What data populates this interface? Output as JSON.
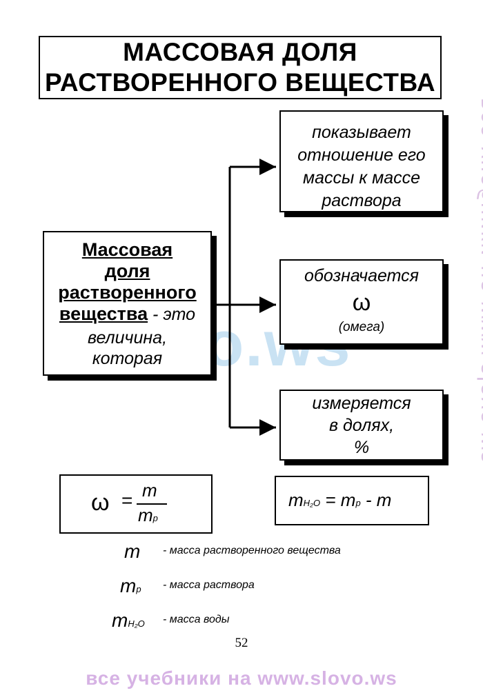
{
  "title": {
    "line1": "МАССОВАЯ ДОЛЯ",
    "line2": "РАСТВОРЕННОГО ВЕЩЕСТВА"
  },
  "definition": {
    "term_line1": "Массовая",
    "term_line2": "доля",
    "term_line3": "растворенного",
    "term_line4": "вещества",
    "rest_inline": " - это",
    "rest_line2": "величина,",
    "rest_line3": "которая"
  },
  "properties": [
    {
      "lines": [
        "показывает",
        "отношение его",
        "массы к массе",
        "раствора"
      ]
    },
    {
      "line1": "обозначается",
      "symbol": "ω",
      "symbol_name": "(омега)"
    },
    {
      "lines": [
        "измеряется",
        "в долях,",
        "%"
      ]
    }
  ],
  "formula1": {
    "lhs": "ω",
    "equals": "=",
    "numerator": "m",
    "denominator": "m",
    "denominator_sub": "р"
  },
  "formula2": {
    "m1": "m",
    "m1_sub": "H₂O",
    "rest": " = m",
    "rest_sub": "р",
    "tail": " - m"
  },
  "legend": [
    {
      "symbol": "m",
      "symbol_sub": "",
      "description": "- масса растворенного вещества"
    },
    {
      "symbol": "m",
      "symbol_sub": "р",
      "description": "- масса раствора"
    },
    {
      "symbol": "m",
      "symbol_sub": "H₂O",
      "description": "- масса воды"
    }
  ],
  "page_number": "52",
  "watermarks": {
    "center": "slovo.ws",
    "side": "все учебники на www.slovo.ws",
    "bottom": "все учебники на www.slovo.ws"
  }
}
